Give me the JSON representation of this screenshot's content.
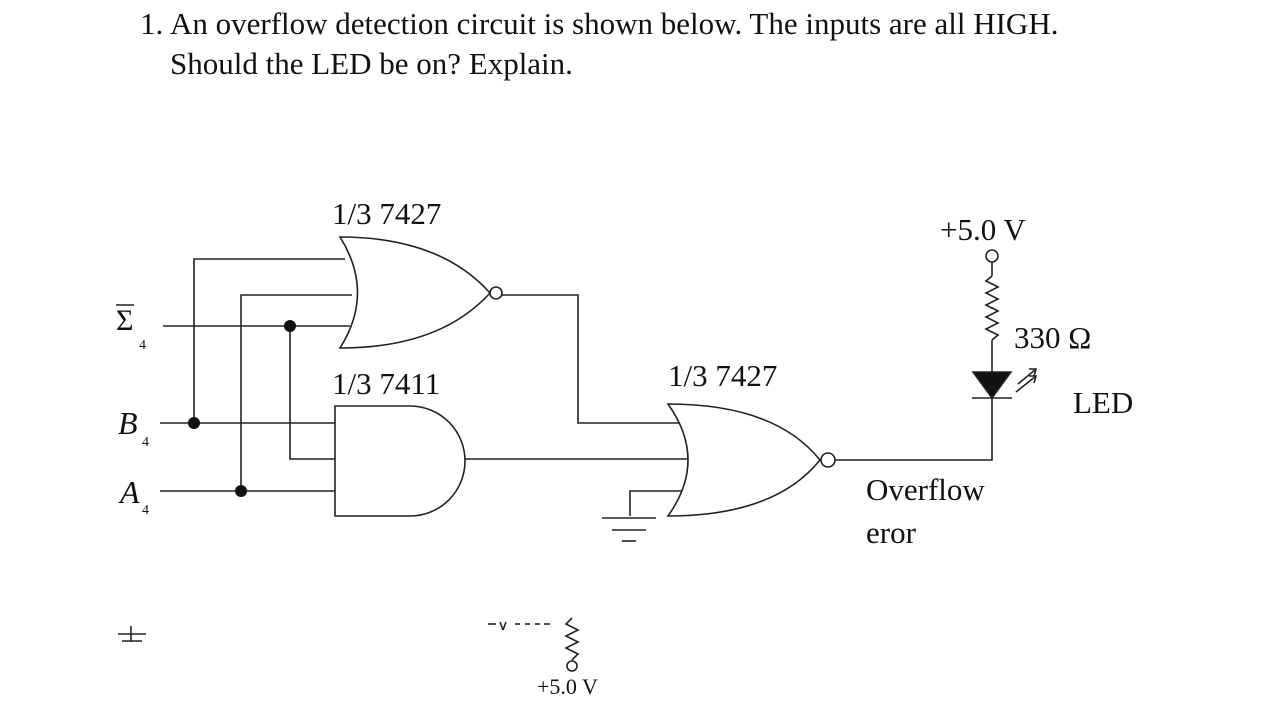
{
  "question": {
    "number": "1.",
    "line1": "An overflow detection circuit is shown below. The inputs are all HIGH.",
    "line2": "Should the LED be on? Explain."
  },
  "labels": {
    "nor_top": "1/3 7427",
    "and_gate": "1/3 7411",
    "nor_out": "1/3 7427",
    "vcc": "+5.0 V",
    "resistor": "330 Ω",
    "led": "LED",
    "overflow_line1": "Overflow",
    "overflow_line2": "eror",
    "vcc_bottom": "+5.0 V"
  },
  "inputs": {
    "sigma": "Σ",
    "sigma_sub": "4",
    "b": "B",
    "b_sub": "4",
    "a": "A",
    "a_sub": "4"
  }
}
